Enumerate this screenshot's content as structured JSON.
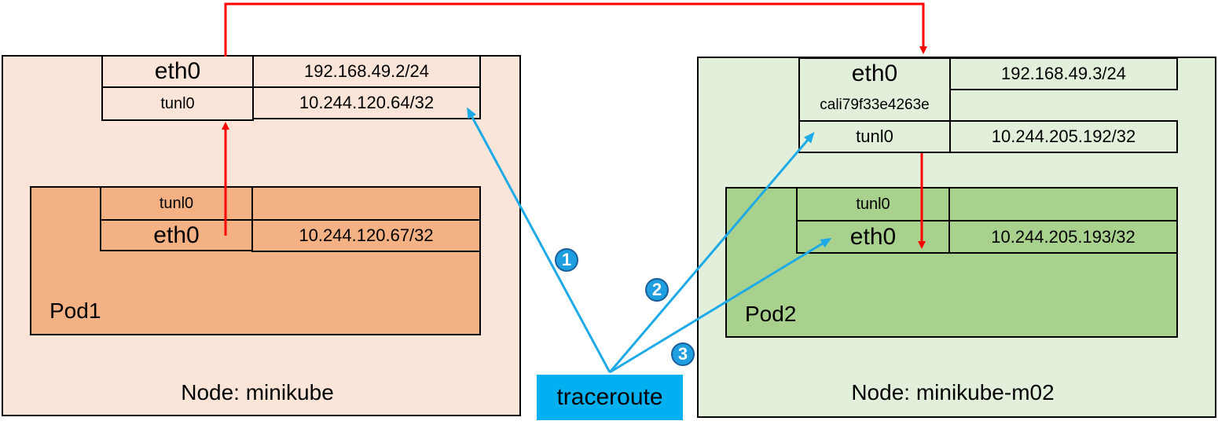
{
  "nodes": {
    "left": {
      "title": "Node: minikube",
      "color": "#fae5d8",
      "interfaces": [
        {
          "name": "eth0",
          "ip": "192.168.49.2/24"
        },
        {
          "name": "tunl0",
          "ip": "10.244.120.64/32"
        }
      ],
      "pod": {
        "label": "Pod1",
        "color": "#f4b183",
        "interfaces": [
          {
            "name": "tunl0",
            "ip": ""
          },
          {
            "name": "eth0",
            "ip": "10.244.120.67/32"
          }
        ]
      }
    },
    "right": {
      "title": "Node: minikube-m02",
      "color": "#e2efda",
      "interfaces": [
        {
          "name": "eth0",
          "ip": "192.168.49.3/24"
        },
        {
          "name": "cali79f33e4263e",
          "ip": ""
        },
        {
          "name": "tunl0",
          "ip": "10.244.205.192/32"
        }
      ],
      "pod": {
        "label": "Pod2",
        "color": "#a9d18e",
        "interfaces": [
          {
            "name": "tunl0",
            "ip": ""
          },
          {
            "name": "eth0",
            "ip": "10.244.205.193/32"
          }
        ]
      }
    }
  },
  "traceroute": {
    "label": "traceroute",
    "color": "#00b0f0",
    "hops": [
      "1",
      "2",
      "3"
    ]
  },
  "colors": {
    "packet_path": "#ff0000",
    "traceroute_path": "#1eaae6"
  }
}
